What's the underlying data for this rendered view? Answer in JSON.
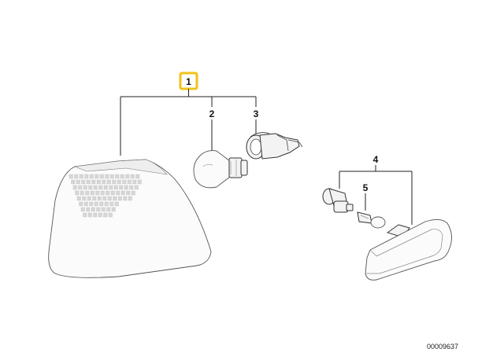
{
  "callouts": {
    "c1": "1",
    "c2": "2",
    "c3": "3",
    "c4": "4",
    "c5": "5"
  },
  "reference_number": "00009637",
  "colors": {
    "highlight": "#f0c21b",
    "line": "#222222"
  }
}
